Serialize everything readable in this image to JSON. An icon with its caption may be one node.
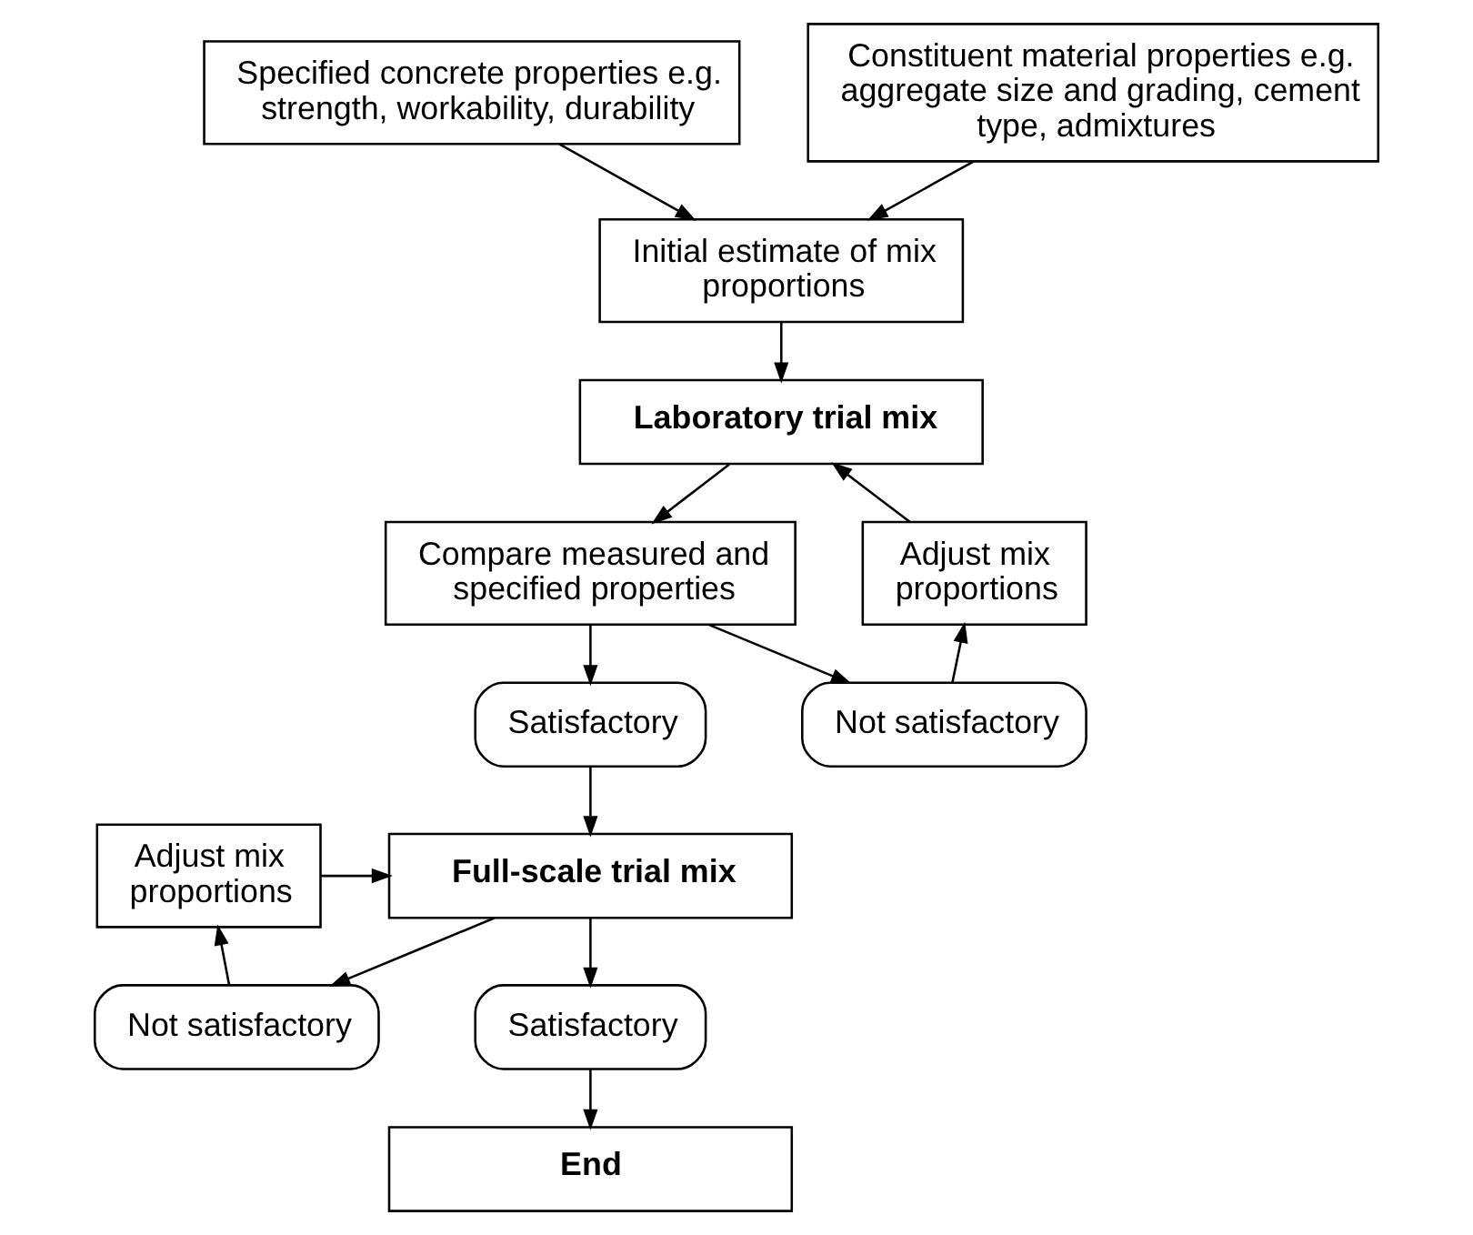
{
  "diagram": {
    "nodes": [
      {
        "text": [
          "Specified concrete properties e.g. strength, workability, durability"
        ]
      },
      {
        "text": [
          "Constituent material properties e.g. aggregate size and grading, cement type, admixtures"
        ]
      },
      {
        "text": [
          "Initial estimate of mix proportions"
        ]
      },
      {
        "text": [
          "Laboratory trial mix"
        ]
      },
      {
        "text": [
          "Compare measured and specified properties"
        ]
      },
      {
        "text": [
          "Adjust mix proportions"
        ]
      },
      {
        "text": [
          "Satisfactory"
        ]
      },
      {
        "text": [
          "Not satisfactory"
        ]
      },
      {
        "text": [
          "Full-scale trial mix"
        ]
      },
      {
        "text": [
          "Adjust mix proportions"
        ]
      },
      {
        "text": [
          "Satisfactory"
        ]
      },
      {
        "text": [
          "Not satisfactory"
        ]
      },
      {
        "text": [
          "End"
        ]
      }
    ],
    "edges": [
      {
        "from": 0,
        "to": 2,
        "arrow": "to"
      },
      {
        "from": 1,
        "to": 2,
        "arrow": "to"
      },
      {
        "from": 2,
        "to": 3,
        "arrow": "to"
      },
      {
        "from": 3,
        "to": 4,
        "arrow": "to"
      },
      {
        "from": 4,
        "to": 6,
        "arrow": "to"
      },
      {
        "from": 4,
        "to": 7,
        "arrow": "to"
      },
      {
        "from": 7,
        "to": 5,
        "arrow": "to"
      },
      {
        "from": 5,
        "to": 3,
        "arrow": "to"
      },
      {
        "from": 6,
        "to": 8,
        "arrow": "to"
      },
      {
        "from": 8,
        "to": 10,
        "arrow": "to"
      },
      {
        "from": 8,
        "to": 11,
        "arrow": "to"
      },
      {
        "from": 11,
        "to": 9,
        "arrow": "to"
      },
      {
        "from": 9,
        "to": 8,
        "arrow": "to"
      },
      {
        "from": 10,
        "to": 12,
        "arrow": "to"
      }
    ]
  }
}
